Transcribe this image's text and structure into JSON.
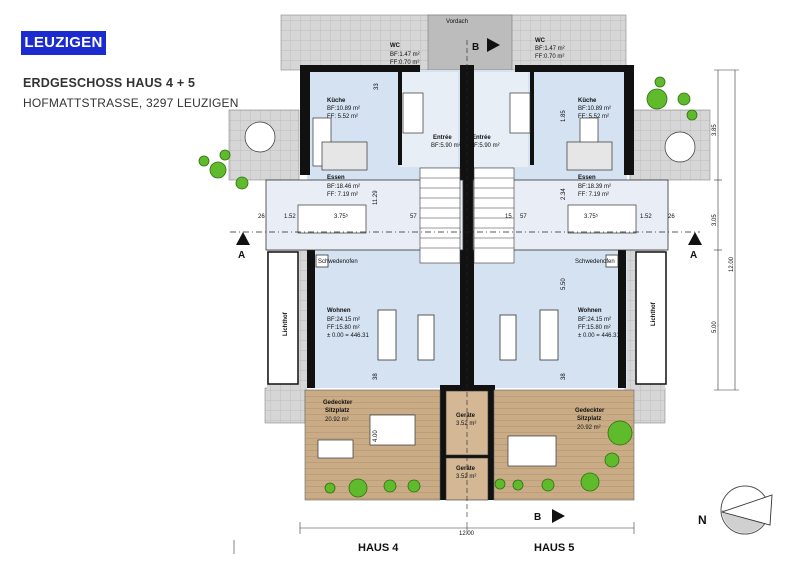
{
  "logo_text": "LEUZIGEN",
  "title": "ERDGESCHOSS HAUS 4 + 5",
  "address": "HOFMATTSTRASSE, 3297 LEUZIGEN",
  "vordach": "Vordach",
  "section_b": "B",
  "section_a": "A",
  "north": "N",
  "house_labels": [
    "HAUS 4",
    "HAUS 5"
  ],
  "rooms": {
    "wc": {
      "name": "WC",
      "bf": "BF:1.47 m²",
      "ff": "FF:0.70 m²"
    },
    "kueche": {
      "name": "Küche",
      "bf": "BF:10.89 m²",
      "ff": "FF:  5.52 m²"
    },
    "entree": {
      "name": "Entrée",
      "bf": "BF:5.90 m²"
    },
    "essen_l": {
      "name": "Essen",
      "bf": "BF:18.46 m²",
      "ff": "FF:  7.19 m²"
    },
    "essen_r": {
      "name": "Essen",
      "bf": "BF:18.39 m²",
      "ff": "FF:  7.19 m²"
    },
    "wohnen": {
      "name": "Wohnen",
      "bf": "BF:24.15 m²",
      "ff": "FF:15.80 m²",
      "level": "± 0.00 = 446.31"
    },
    "schwedenofen": "Schwedenofen",
    "lichthof": "Lichthof",
    "sitzplatz": {
      "name1": "Gedeckter",
      "name2": "Sitzplatz",
      "area": "20.92 m²"
    },
    "geraete": {
      "name": "Geräte",
      "area": "3.52 m²"
    }
  },
  "dims": {
    "total": "12.00",
    "right_1": "3.85",
    "right_2": "3.05",
    "right_3": "5.00",
    "right_total": "12.00",
    "d_26": "26",
    "d_152": "1.52",
    "d_375": "3.75⁵",
    "d_57": "57",
    "d_1129": "11.29",
    "d_33": "33",
    "d_38": "38",
    "d_185": "1.85",
    "d_234": "2.34",
    "d_550": "5.50",
    "d_400": "4.00",
    "d_15": "15"
  }
}
